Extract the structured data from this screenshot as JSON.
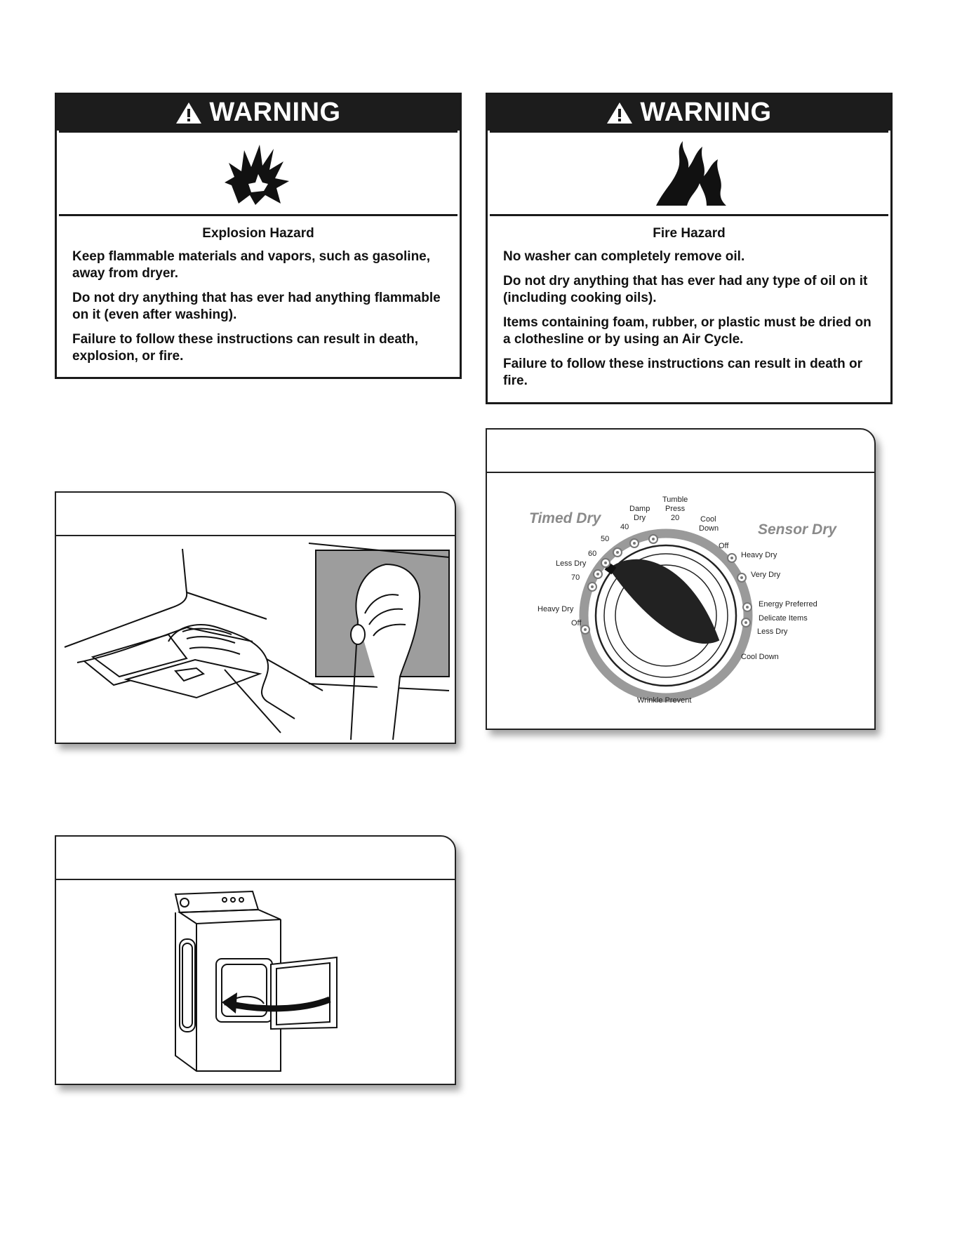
{
  "explosion_warning": {
    "header": "WARNING",
    "symbol_icon": "explosion-icon",
    "hazard_title": "Explosion Hazard",
    "paragraphs": [
      "Keep flammable materials and vapors, such as gasoline, away from dryer.",
      "Do not dry anything that has ever had anything flammable on it (even after washing).",
      "Failure to follow these instructions can result in death, explosion, or fire."
    ]
  },
  "fire_warning": {
    "header": "WARNING",
    "symbol_icon": "flame-icon",
    "hazard_title": "Fire Hazard",
    "paragraphs": [
      "No washer can completely remove oil.",
      "Do not dry anything that has ever had any type of oil on it (including cooking oils).",
      "Items containing foam, rubber, or plastic must be dried on a clothesline or by using an Air Cycle.",
      "Failure to follow these instructions can result in death or fire."
    ]
  },
  "colors": {
    "header_bg": "#1c1c1c",
    "dial_ring": "#9a9a9a",
    "dial_heading": "#8a8a8a"
  },
  "dial": {
    "timed_heading": "Timed Dry",
    "sensor_heading": "Sensor Dry",
    "labels": {
      "tumble": "Tumble",
      "press": "Press",
      "damp": "Damp",
      "dry": "Dry",
      "t20": "20",
      "t40": "40",
      "t50": "50",
      "t60": "60",
      "t70": "70",
      "cool": "Cool",
      "down": "Down",
      "timed_less_dry": "Less Dry",
      "timed_heavy_dry": "Heavy Dry",
      "timed_off": "Off",
      "sensor_off": "Off",
      "sensor_heavy_dry": "Heavy Dry",
      "very_dry": "Very Dry",
      "energy_preferred": "Energy Preferred",
      "delicate_items": "Delicate Items",
      "sensor_less_dry": "Less Dry",
      "cool_down": "Cool Down",
      "wrinkle_prevent": "Wrinkle Prevent"
    }
  }
}
